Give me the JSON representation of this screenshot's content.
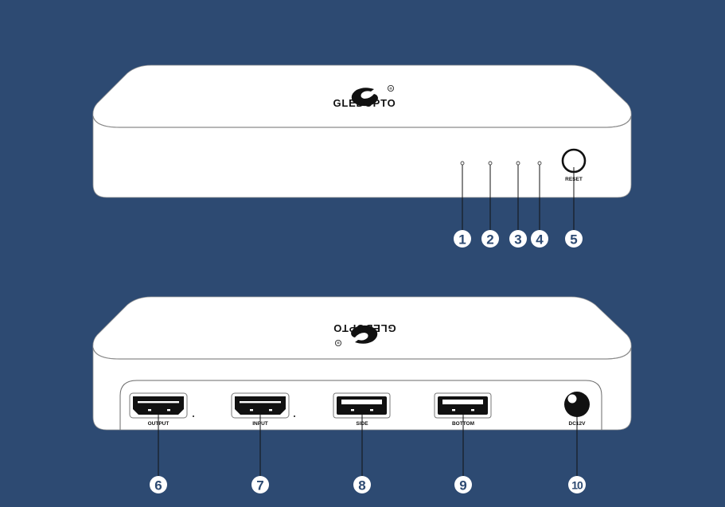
{
  "colors": {
    "background": "#2D4A72",
    "device_body": "#FFFFFF",
    "outline": "#8A8A8A",
    "ink": "#111111",
    "callout_fill": "#FFFFFF",
    "callout_text": "#2D4A72"
  },
  "front_view": {
    "brand": "GLEDOPTO",
    "registered_mark": "®",
    "reset_label": "RESET",
    "callouts": [
      {
        "number": "1",
        "target": "LED indicator 1"
      },
      {
        "number": "2",
        "target": "LED indicator 2"
      },
      {
        "number": "3",
        "target": "LED indicator 3"
      },
      {
        "number": "4",
        "target": "LED indicator 4"
      },
      {
        "number": "5",
        "target": "Reset button"
      }
    ]
  },
  "back_view": {
    "brand": "GLEDOPTO",
    "registered_mark": "®",
    "ports": [
      {
        "label": "OUTPUT",
        "type": "hdmi"
      },
      {
        "label": "INPUT",
        "type": "hdmi"
      },
      {
        "label": "SIDE",
        "type": "usb"
      },
      {
        "label": "BOTTOM",
        "type": "usb"
      },
      {
        "label": "DC12V",
        "type": "dc-jack"
      }
    ],
    "callouts": [
      {
        "number": "6",
        "target": "OUTPUT"
      },
      {
        "number": "7",
        "target": "INPUT"
      },
      {
        "number": "8",
        "target": "SIDE"
      },
      {
        "number": "9",
        "target": "BOTTOM"
      },
      {
        "number": "10",
        "target": "DC12V"
      }
    ]
  }
}
